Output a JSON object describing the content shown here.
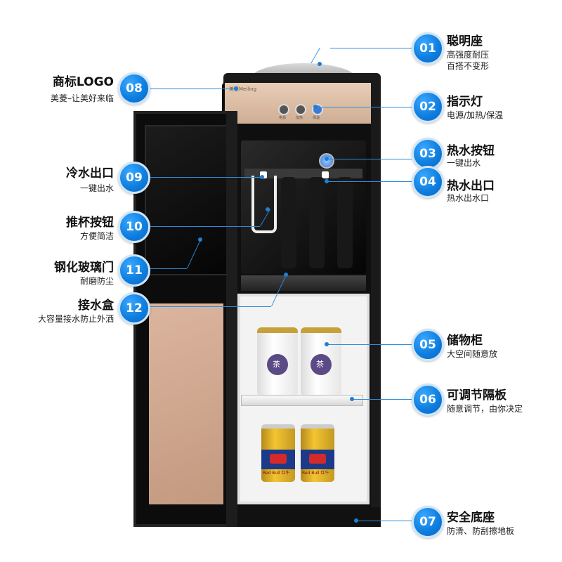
{
  "colors": {
    "accent": "#1a86e0",
    "badge_ring": "#cfe4f7"
  },
  "brand_logo_text": "美菱Meiling",
  "panel_labels": [
    "电源",
    "加热",
    "保温"
  ],
  "tea_can_text": "茶",
  "red_can_text": "Red Bull 红牛",
  "callouts": [
    {
      "num": "01",
      "title": "聪明座",
      "sub": [
        "高强度耐压",
        "百搭不变形"
      ]
    },
    {
      "num": "02",
      "title": "指示灯",
      "sub": [
        "电源/加热/保温"
      ]
    },
    {
      "num": "03",
      "title": "热水按钮",
      "sub": [
        "一键出水"
      ]
    },
    {
      "num": "04",
      "title": "热水出口",
      "sub": [
        "热水出水口"
      ]
    },
    {
      "num": "05",
      "title": "储物柜",
      "sub": [
        "大空间随意放"
      ]
    },
    {
      "num": "06",
      "title": "可调节隔板",
      "sub": [
        "随意调节，由你决定"
      ]
    },
    {
      "num": "07",
      "title": "安全底座",
      "sub": [
        "防滑、防刮擦地板"
      ]
    },
    {
      "num": "08",
      "title": "商标LOGO",
      "sub": [
        "美菱–让美好来临"
      ]
    },
    {
      "num": "09",
      "title": "冷水出口",
      "sub": [
        "一键出水"
      ]
    },
    {
      "num": "10",
      "title": "推杯按钮",
      "sub": [
        "方便简洁"
      ]
    },
    {
      "num": "11",
      "title": "钢化玻璃门",
      "sub": [
        "耐磨防尘"
      ]
    },
    {
      "num": "12",
      "title": "接水盒",
      "sub": [
        "大容量接水防止外洒"
      ]
    }
  ]
}
